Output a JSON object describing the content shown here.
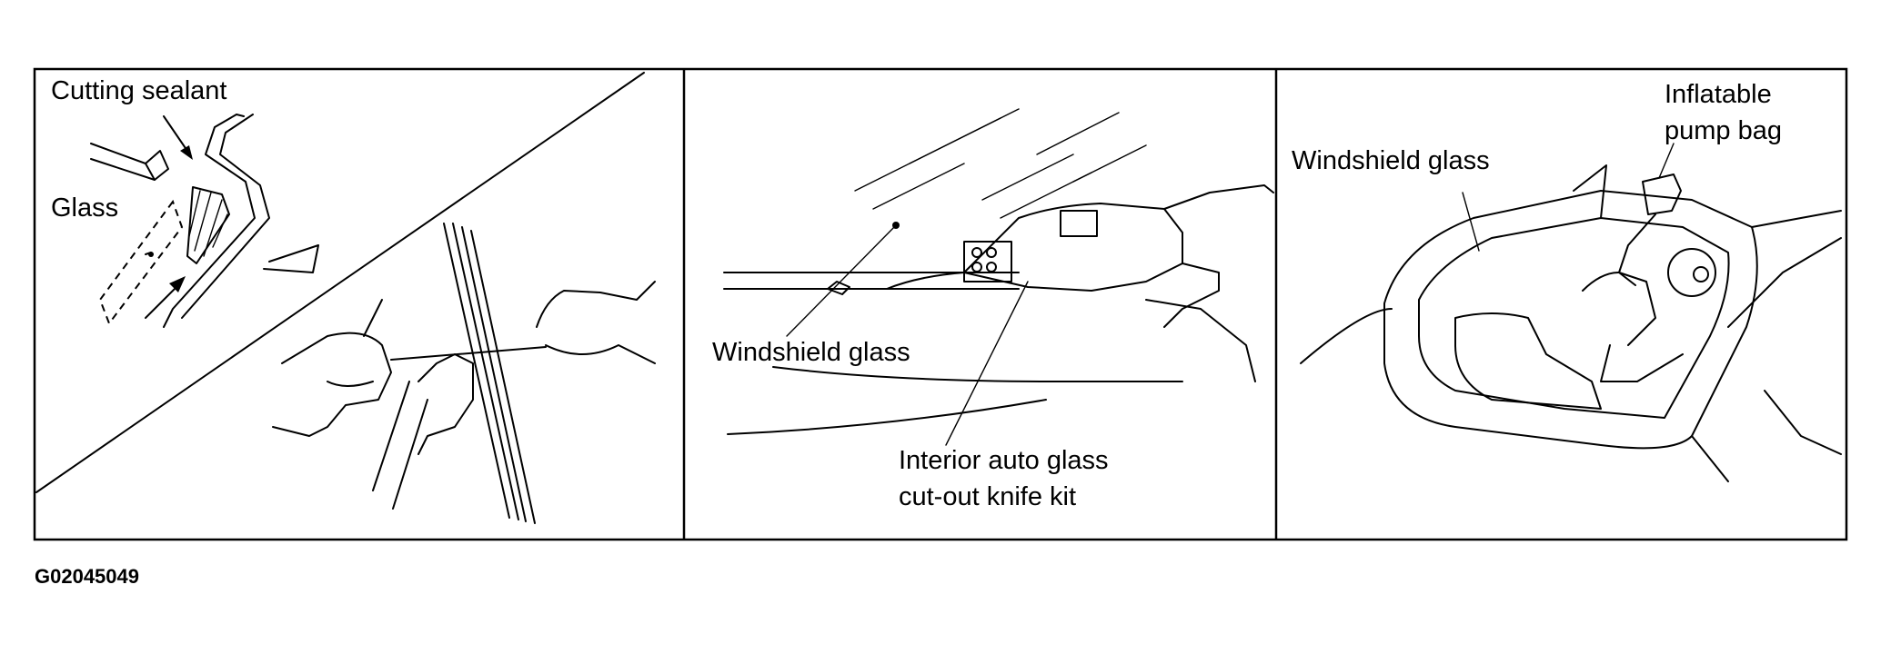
{
  "panels": {
    "left": {
      "label_cutting_sealant": "Cutting sealant",
      "label_glass": "Glass"
    },
    "middle": {
      "label_windshield_glass": "Windshield glass",
      "label_knife_kit_line1": "Interior auto glass",
      "label_knife_kit_line2": "cut-out knife kit"
    },
    "right": {
      "label_windshield_glass": "Windshield glass",
      "label_pump_bag_line1": "Inflatable",
      "label_pump_bag_line2": "pump bag"
    }
  },
  "figure_code": "G02045049"
}
